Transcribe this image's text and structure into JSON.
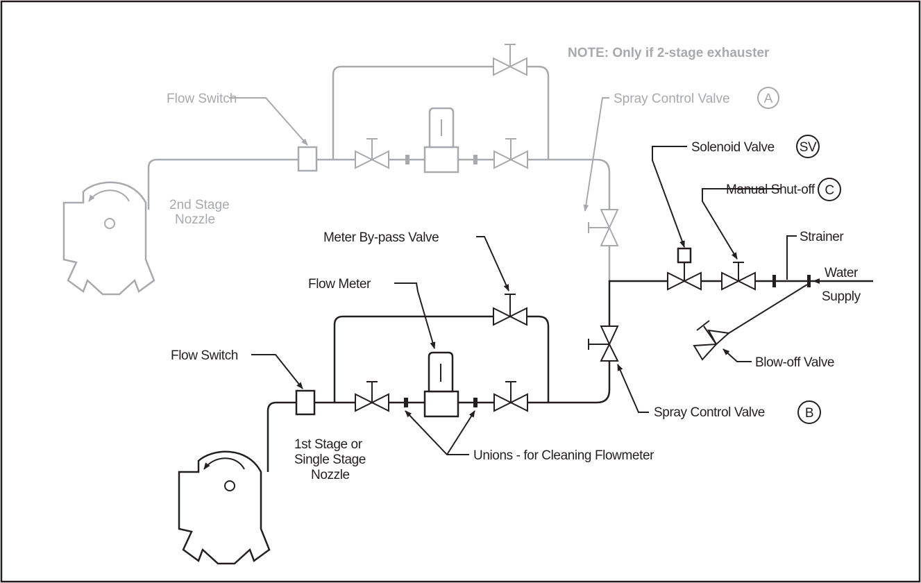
{
  "labels": {
    "note": "NOTE:  Only if 2-stage exhauster",
    "flow_switch_top": "Flow Switch",
    "spray_control_valve_a": "Spray Control Valve",
    "badge_a": "A",
    "second_stage_line1": "2nd Stage",
    "second_stage_line2": "Nozzle",
    "solenoid_valve": "Solenoid Valve",
    "badge_sv": "SV",
    "manual_shutoff": "Manual Shut-off",
    "badge_c": "C",
    "strainer": "Strainer",
    "water": "Water",
    "supply": "Supply",
    "meter_bypass_valve": "Meter By-pass Valve",
    "flow_meter": "Flow Meter",
    "flow_switch_bottom": "Flow Switch",
    "blow_off_valve": "Blow-off Valve",
    "spray_control_valve_b": "Spray Control Valve",
    "badge_b": "B",
    "first_stage_line1": "1st Stage or",
    "first_stage_line2": "Single Stage",
    "first_stage_line3": "Nozzle",
    "unions": "Unions - for Cleaning Flowmeter"
  },
  "colors": {
    "optional_stage": "#a7a9ac",
    "primary": "#231f20",
    "border": "#231f20"
  }
}
